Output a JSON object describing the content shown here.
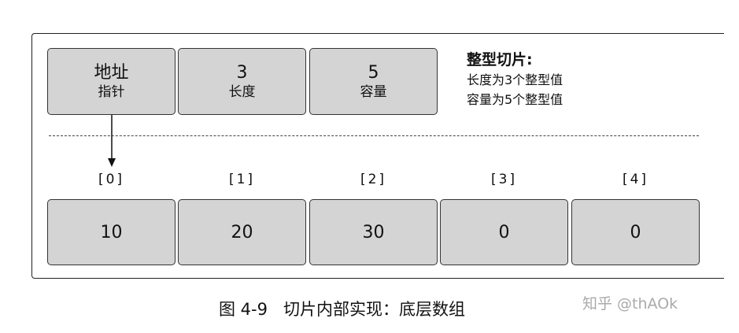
{
  "header": [
    {
      "main": "地址",
      "sub": "指针"
    },
    {
      "main": "3",
      "sub": "长度"
    },
    {
      "main": "5",
      "sub": "容量"
    }
  ],
  "note": {
    "title": "整型切片:",
    "line1": "长度为3个整型值",
    "line2": "容量为5个整型值"
  },
  "array": {
    "indices": [
      "[0]",
      "[1]",
      "[2]",
      "[3]",
      "[4]"
    ],
    "values": [
      "10",
      "20",
      "30",
      "0",
      "0"
    ]
  },
  "caption": "图 4-9   切片内部实现：底层数组",
  "watermark": "知乎 @thAOk",
  "colors": {
    "box_fill": "#d4d4d4",
    "border": "#333333"
  }
}
